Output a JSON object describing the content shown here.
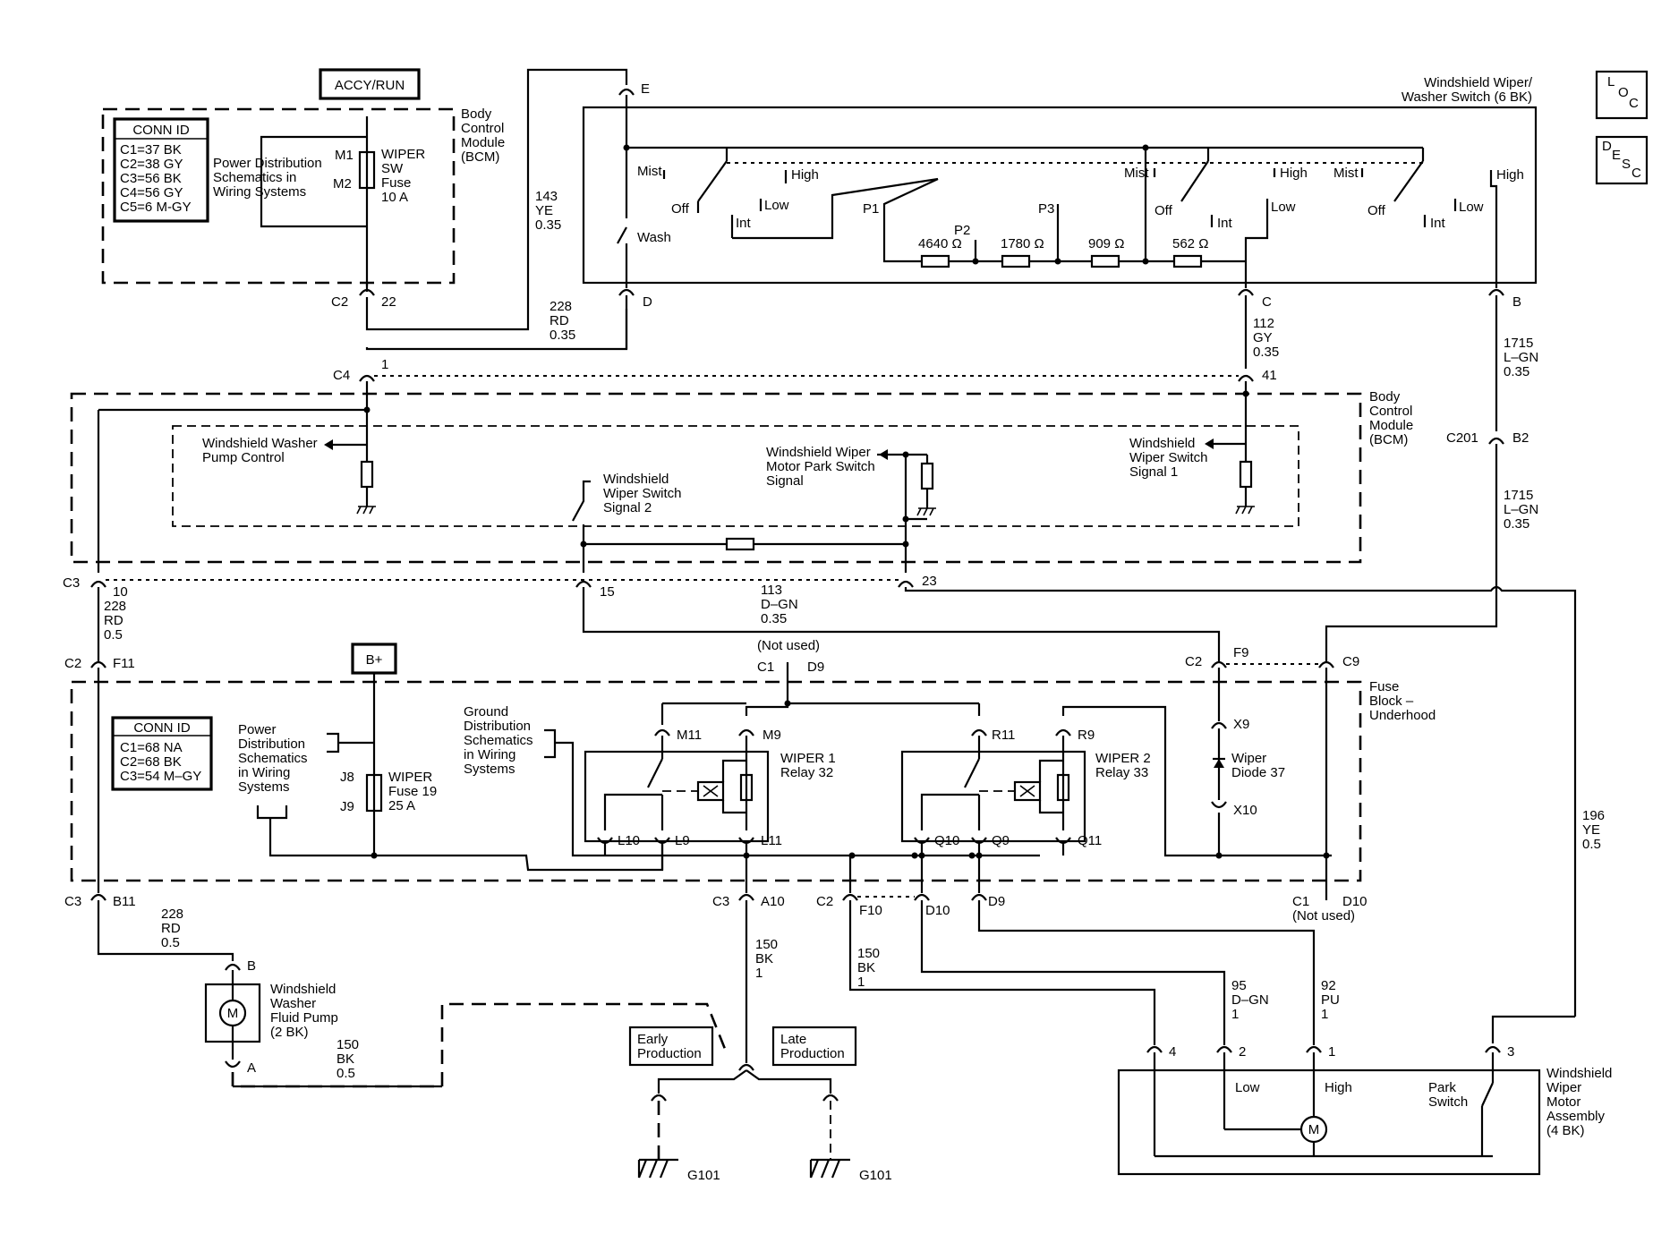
{
  "header": {
    "accy_run": "ACCY/RUN",
    "b_plus": "B+",
    "loc_icon": "LOC",
    "desc_icon": "DESC"
  },
  "switch": {
    "title": "Windshield Wiper/",
    "title2": "Washer Switch (6 BK)",
    "mist": "Mist",
    "off": "Off",
    "high": "High",
    "low": "Low",
    "int": "Int",
    "wash": "Wash",
    "p1": "P1",
    "p2": "P2",
    "p3": "P3",
    "r1": "4640 Ω",
    "r2": "1780 Ω",
    "r3": "909 Ω",
    "r4": "562 Ω",
    "pin_e": "E",
    "pin_d": "D",
    "pin_c": "C",
    "pin_b": "B"
  },
  "bcm_top": {
    "title": "Body",
    "title2": "Control",
    "title3": "Module",
    "title4": "(BCM)",
    "conn_id": "CONN ID",
    "conns": [
      "C1=37 BK",
      "C2=38 GY",
      "C3=56 BK",
      "C4=56 GY",
      "C5=6 M-GY"
    ],
    "power_dist": "Power Distribution",
    "power_dist2": "Schematics in",
    "power_dist3": "Wiring Systems",
    "m1": "M1",
    "m2": "M2",
    "fuse": "WIPER",
    "fuse2": "SW",
    "fuse3": "Fuse",
    "fuse4": "10 A",
    "c2": "C2",
    "c2_pin": "22"
  },
  "wires": {
    "w143": "143",
    "w143_color": "YE",
    "w143_size": "0.35",
    "w228": "228",
    "w228_color": "RD",
    "w228_size": "0.35",
    "w112": "112",
    "w112_color": "GY",
    "w112_size": "0.35",
    "w1715": "1715",
    "w1715_color": "L–GN",
    "w1715_size": "0.35",
    "w228b": "228",
    "w228b_color": "RD",
    "w228b_size": "0.5",
    "w113": "113",
    "w113_color": "D–GN",
    "w113_size": "0.35",
    "w196": "196",
    "w196_color": "YE",
    "w196_size": "0.5",
    "w228c": "228",
    "w228c_color": "RD",
    "w228c_size": "0.5",
    "w150a": "150",
    "w150a_color": "BK",
    "w150a_size": "1",
    "w150b": "150",
    "w150b_color": "BK",
    "w150b_size": "1",
    "w95": "95",
    "w95_color": "D–GN",
    "w95_size": "1",
    "w92": "92",
    "w92_color": "PU",
    "w92_size": "1",
    "w150c": "150",
    "w150c_color": "BK",
    "w150c_size": "0.5"
  },
  "bcm_mid": {
    "c4": "C4",
    "c4_pin1": "1",
    "c4_pin41": "41",
    "title": "Body",
    "title2": "Control",
    "title3": "Module",
    "title4": "(BCM)",
    "washer_pump": "Windshield Washer",
    "washer_pump2": "Pump Control",
    "park_switch": "Windshield Wiper",
    "park_switch2": "Motor Park Switch",
    "park_switch3": "Signal",
    "sig2": "Windshield",
    "sig2b": "Wiper Switch",
    "sig2c": "Signal 2",
    "sig1": "Windshield",
    "sig1b": "Wiper Switch",
    "sig1c": "Signal 1",
    "c201": "C201",
    "c201_pin": "B2",
    "c3": "C3",
    "c3_pin10": "10",
    "c3_pin15": "15",
    "c3_pin23": "23"
  },
  "fuse_block": {
    "title": "Fuse",
    "title2": "Block –",
    "title3": "Underhood",
    "conn_id": "CONN ID",
    "conns": [
      "C1=68 NA",
      "C2=68 BK",
      "C3=54 M–GY"
    ],
    "power_dist": "Power",
    "power_dist2": "Distribution",
    "power_dist3": "Schematics",
    "power_dist4": "in Wiring",
    "power_dist5": "Systems",
    "ground_dist": "Ground",
    "ground_dist2": "Distribution",
    "ground_dist3": "Schematics",
    "ground_dist4": "in Wiring",
    "ground_dist5": "Systems",
    "j8": "J8",
    "j9": "J9",
    "fuse": "WIPER",
    "fuse2": "Fuse 19",
    "fuse3": "25 A",
    "not_used": "(Not used)",
    "c1": "C1",
    "d9": "D9",
    "c2": "C2",
    "f11": "F11",
    "f9": "F9",
    "c9": "C9",
    "m11": "M11",
    "m9": "M9",
    "r11": "R11",
    "r9": "R9",
    "relay1": "WIPER 1",
    "relay1b": "Relay 32",
    "relay2": "WIPER 2",
    "relay2b": "Relay 33",
    "l10": "L10",
    "l9": "L9",
    "l11": "L11",
    "q10": "Q10",
    "q9": "Q9",
    "q11": "Q11",
    "x9": "X9",
    "x10": "X10",
    "diode": "Wiper",
    "diode2": "Diode 37"
  },
  "bottom": {
    "c3": "C3",
    "b11": "B11",
    "a10": "A10",
    "c2": "C2",
    "f10": "F10",
    "d10": "D10",
    "d9": "D9",
    "c1": "C1",
    "c1_d10": "D10",
    "not_used": "(Not used)",
    "pump": "Windshield",
    "pump2": "Washer",
    "pump3": "Fluid Pump",
    "pump4": "(2 BK)",
    "pump_b": "B",
    "pump_a": "A",
    "motor_m": "M",
    "early": "Early",
    "early2": "Production",
    "late": "Late",
    "late2": "Production",
    "g101": "G101",
    "g101b": "G101",
    "motor": "Windshield",
    "motor2": "Wiper",
    "motor3": "Motor",
    "motor4": "Assembly",
    "motor5": "(4 BK)",
    "pin4": "4",
    "pin2": "2",
    "pin1": "1",
    "pin3": "3",
    "low": "Low",
    "high": "High",
    "park": "Park",
    "park2": "Switch"
  }
}
